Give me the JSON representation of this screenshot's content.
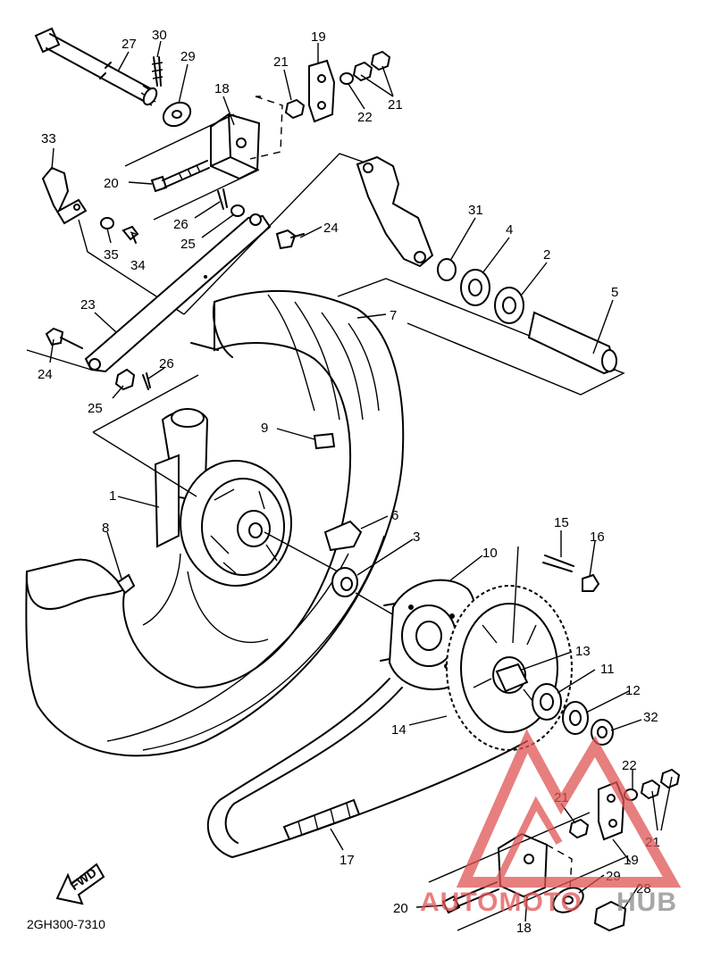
{
  "diagram": {
    "part_code": "2GH300-7310",
    "direction_label": "FWD",
    "callouts": [
      {
        "id": "c27",
        "label": "27"
      },
      {
        "id": "c30",
        "label": "30"
      },
      {
        "id": "c29",
        "label": "29"
      },
      {
        "id": "c19a",
        "label": "19"
      },
      {
        "id": "c21a",
        "label": "21"
      },
      {
        "id": "c21b",
        "label": "21"
      },
      {
        "id": "c22a",
        "label": "22"
      },
      {
        "id": "c18a",
        "label": "18"
      },
      {
        "id": "c33",
        "label": "33"
      },
      {
        "id": "c20a",
        "label": "20"
      },
      {
        "id": "c26a",
        "label": "26"
      },
      {
        "id": "c25a",
        "label": "25"
      },
      {
        "id": "c24a",
        "label": "24"
      },
      {
        "id": "c35",
        "label": "35"
      },
      {
        "id": "c34",
        "label": "34"
      },
      {
        "id": "c31",
        "label": "31"
      },
      {
        "id": "c4",
        "label": "4"
      },
      {
        "id": "c2",
        "label": "2"
      },
      {
        "id": "c5",
        "label": "5"
      },
      {
        "id": "c23",
        "label": "23"
      },
      {
        "id": "c7",
        "label": "7"
      },
      {
        "id": "c24b",
        "label": "24"
      },
      {
        "id": "c26b",
        "label": "26"
      },
      {
        "id": "c25b",
        "label": "25"
      },
      {
        "id": "c9",
        "label": "9"
      },
      {
        "id": "c1",
        "label": "1"
      },
      {
        "id": "c6",
        "label": "6"
      },
      {
        "id": "c8",
        "label": "8"
      },
      {
        "id": "c3",
        "label": "3"
      },
      {
        "id": "c15",
        "label": "15"
      },
      {
        "id": "c16",
        "label": "16"
      },
      {
        "id": "c10",
        "label": "10"
      },
      {
        "id": "c13",
        "label": "13"
      },
      {
        "id": "c11",
        "label": "11"
      },
      {
        "id": "c12",
        "label": "12"
      },
      {
        "id": "c32",
        "label": "32"
      },
      {
        "id": "c14",
        "label": "14"
      },
      {
        "id": "c22b",
        "label": "22"
      },
      {
        "id": "c21c",
        "label": "21"
      },
      {
        "id": "c21d",
        "label": "21"
      },
      {
        "id": "c19b",
        "label": "19"
      },
      {
        "id": "c17",
        "label": "17"
      },
      {
        "id": "c29b",
        "label": "29"
      },
      {
        "id": "c28",
        "label": "28"
      },
      {
        "id": "c20b",
        "label": "20"
      },
      {
        "id": "c18b",
        "label": "18"
      }
    ]
  },
  "watermark": {
    "brand_left": "AUTOMOTO",
    "brand_right": "HUB",
    "color": "#e05555"
  }
}
